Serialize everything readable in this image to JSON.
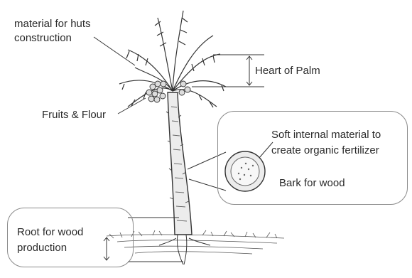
{
  "labels": {
    "huts_line1": "material for huts",
    "huts_line2": "construction",
    "heart": "Heart of Palm",
    "fruits": "Fruits & Flour",
    "soft_line1": "Soft internal material to",
    "soft_line2": "create organic fertilizer",
    "bark": "Bark for wood",
    "root_line1": "Root for wood",
    "root_line2": "production"
  },
  "colors": {
    "ink": "#2a2a2a",
    "box_border": "#8a8a8a",
    "trunk_shade": "#e9e9e9"
  }
}
